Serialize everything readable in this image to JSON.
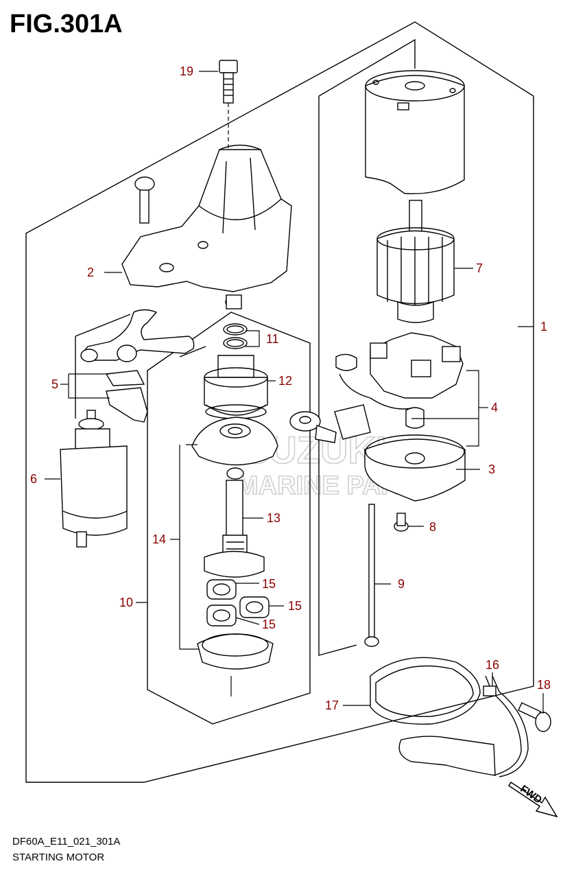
{
  "figure": {
    "title": "FIG.301A"
  },
  "footer": {
    "code": "DF60A_E11_021_301A",
    "name": "STARTING MOTOR"
  },
  "watermark": {
    "line1": "SUZUKI",
    "line2": "MARINE PARTS"
  },
  "fwd": {
    "label": "FWD"
  },
  "callouts": [
    "1",
    "2",
    "3",
    "4",
    "5",
    "6",
    "7",
    "8",
    "9",
    "10",
    "11",
    "12",
    "13",
    "14",
    "15",
    "15",
    "15",
    "16",
    "17",
    "18",
    "19"
  ]
}
